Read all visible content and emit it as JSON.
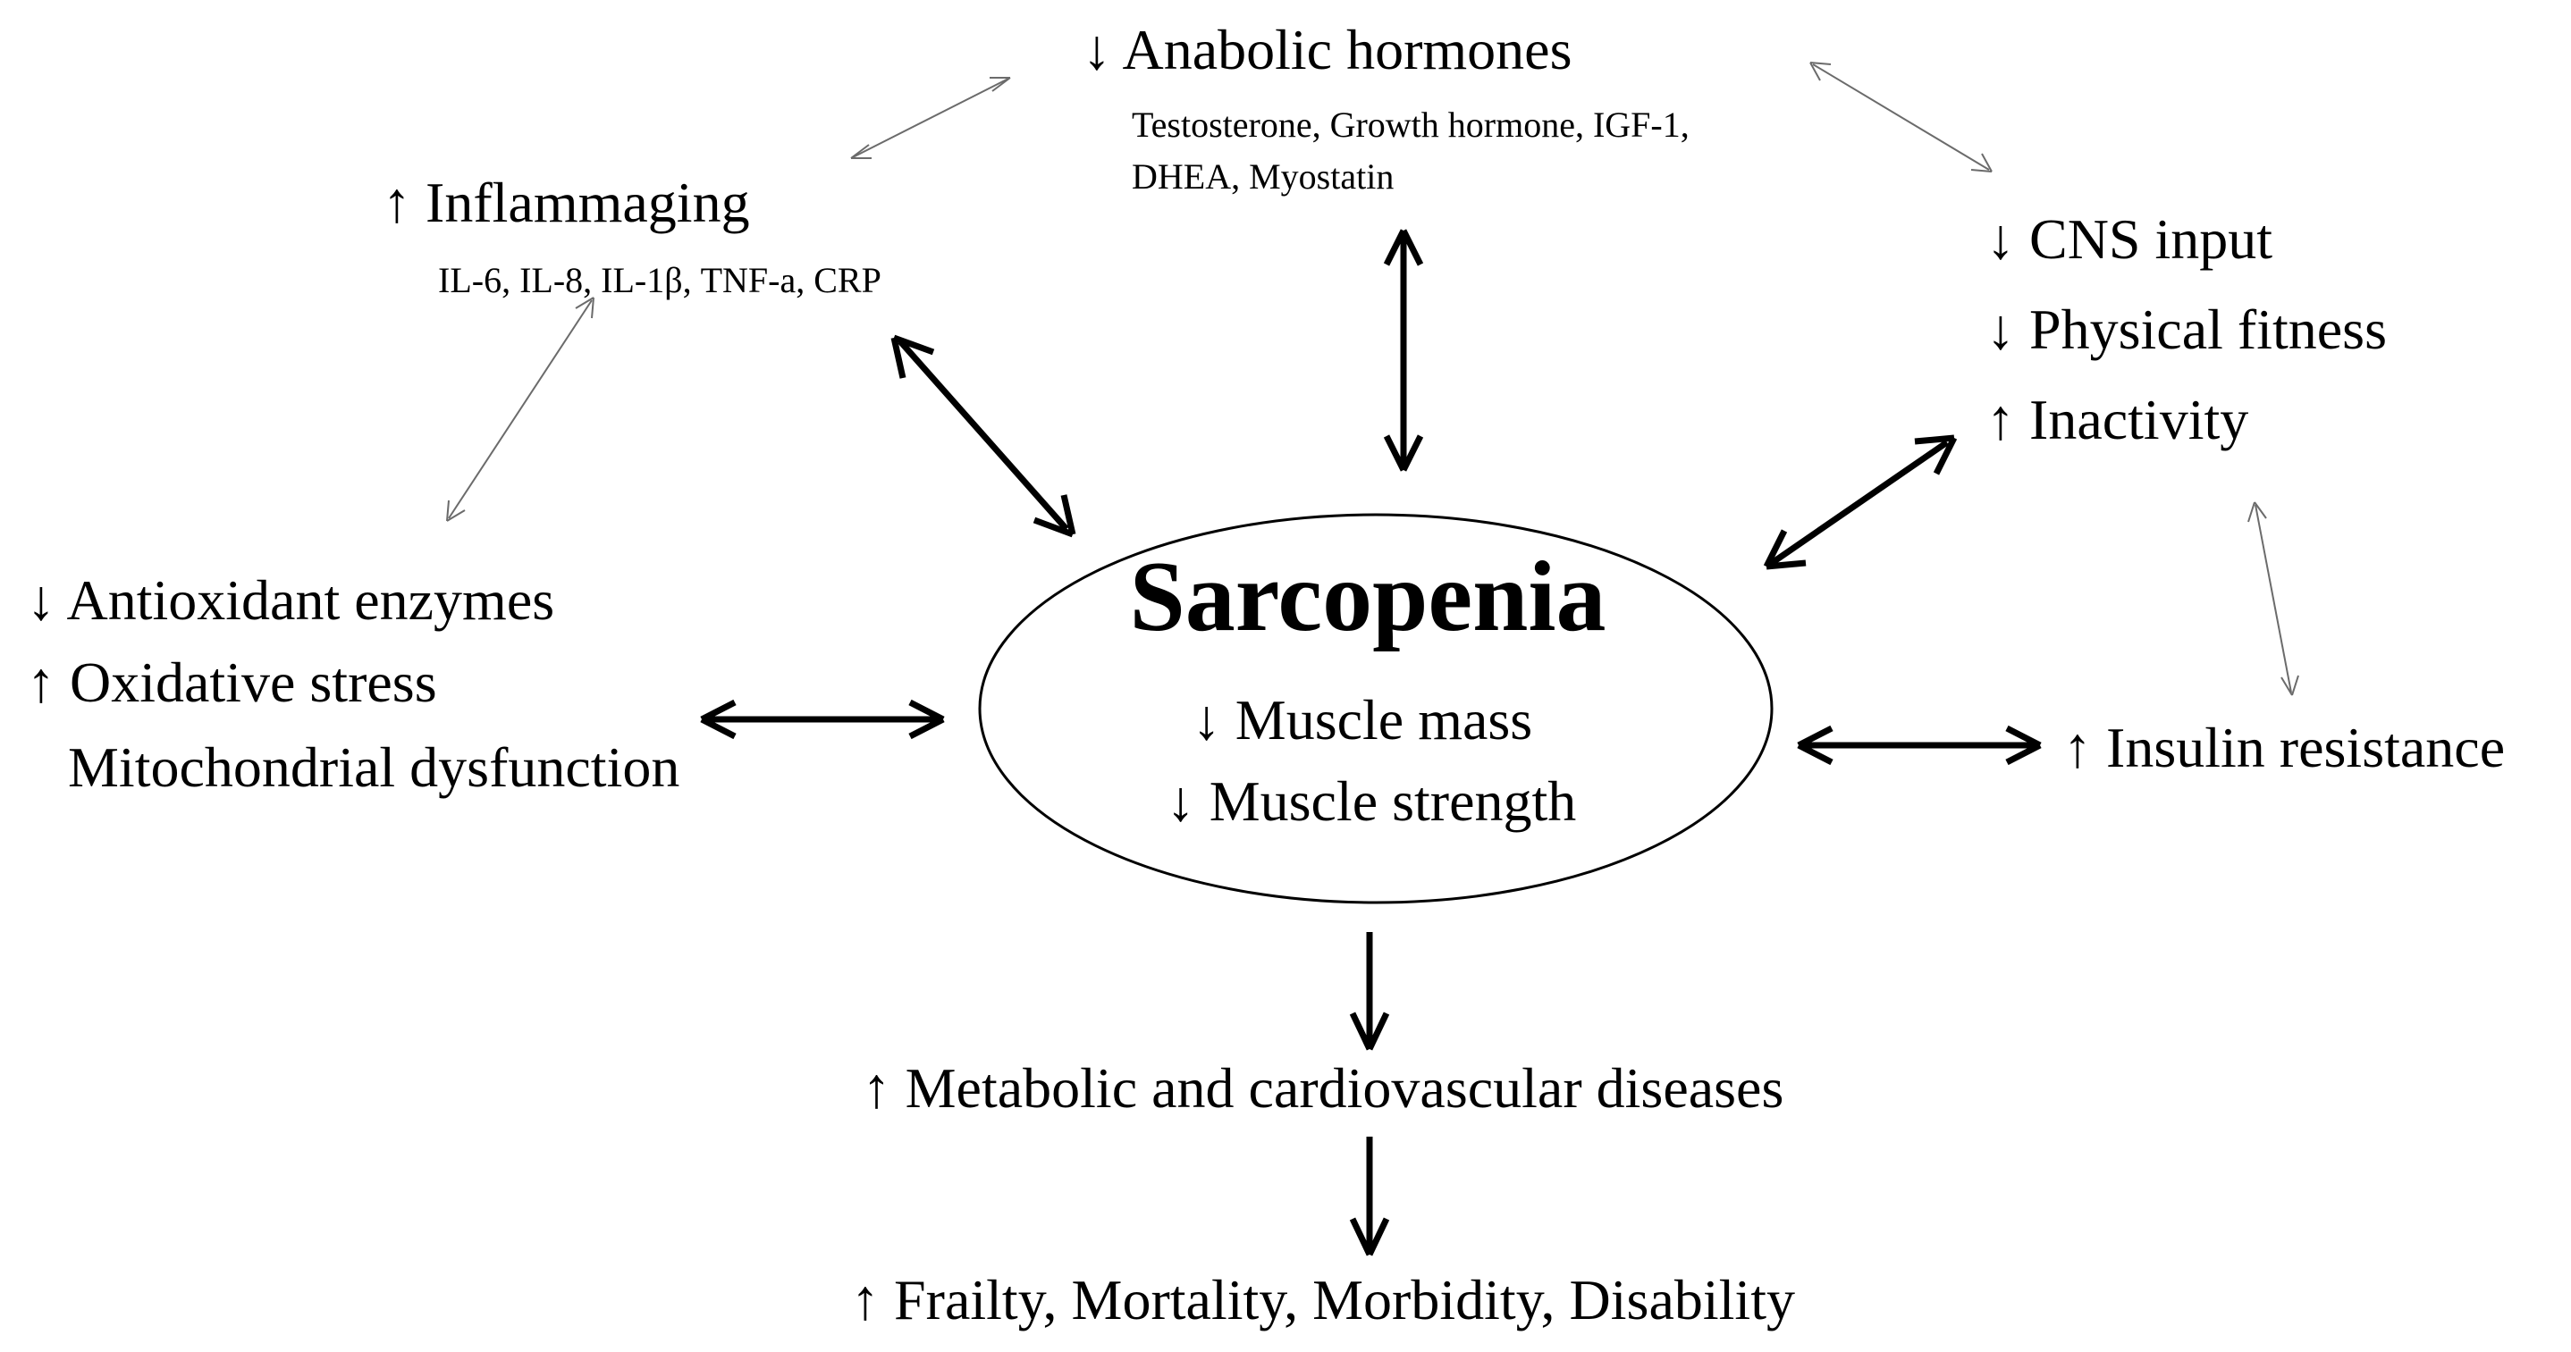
{
  "center": {
    "title": "Sarcopenia",
    "lines": [
      "↓ Muscle mass",
      "↓ Muscle strength"
    ]
  },
  "anabolic": {
    "heading": "↓ Anabolic hormones",
    "details": [
      "Testosterone, Growth hormone, IGF-1,",
      "DHEA, Myostatin"
    ]
  },
  "inflammaging": {
    "heading": "↑ Inflammaging",
    "details": "IL-6, IL-8, IL-1β, TNF-a, CRP"
  },
  "cns": {
    "lines": [
      "↓ CNS input",
      "↓ Physical fitness",
      "↑ Inactivity"
    ]
  },
  "oxidative": {
    "lines": [
      "↓ Antioxidant enzymes",
      "↑ Oxidative stress",
      "Mitochondrial dysfunction"
    ]
  },
  "insulin": {
    "label": "↑ Insulin resistance"
  },
  "outcomes": {
    "metabolic": "↑ Metabolic and cardiovascular diseases",
    "frailty": "↑ Frailty, Mortality, Morbidity, Disability"
  },
  "colors": {
    "ink": "#000000",
    "thin_arrow": "#6b6b6b",
    "background": "#ffffff"
  }
}
